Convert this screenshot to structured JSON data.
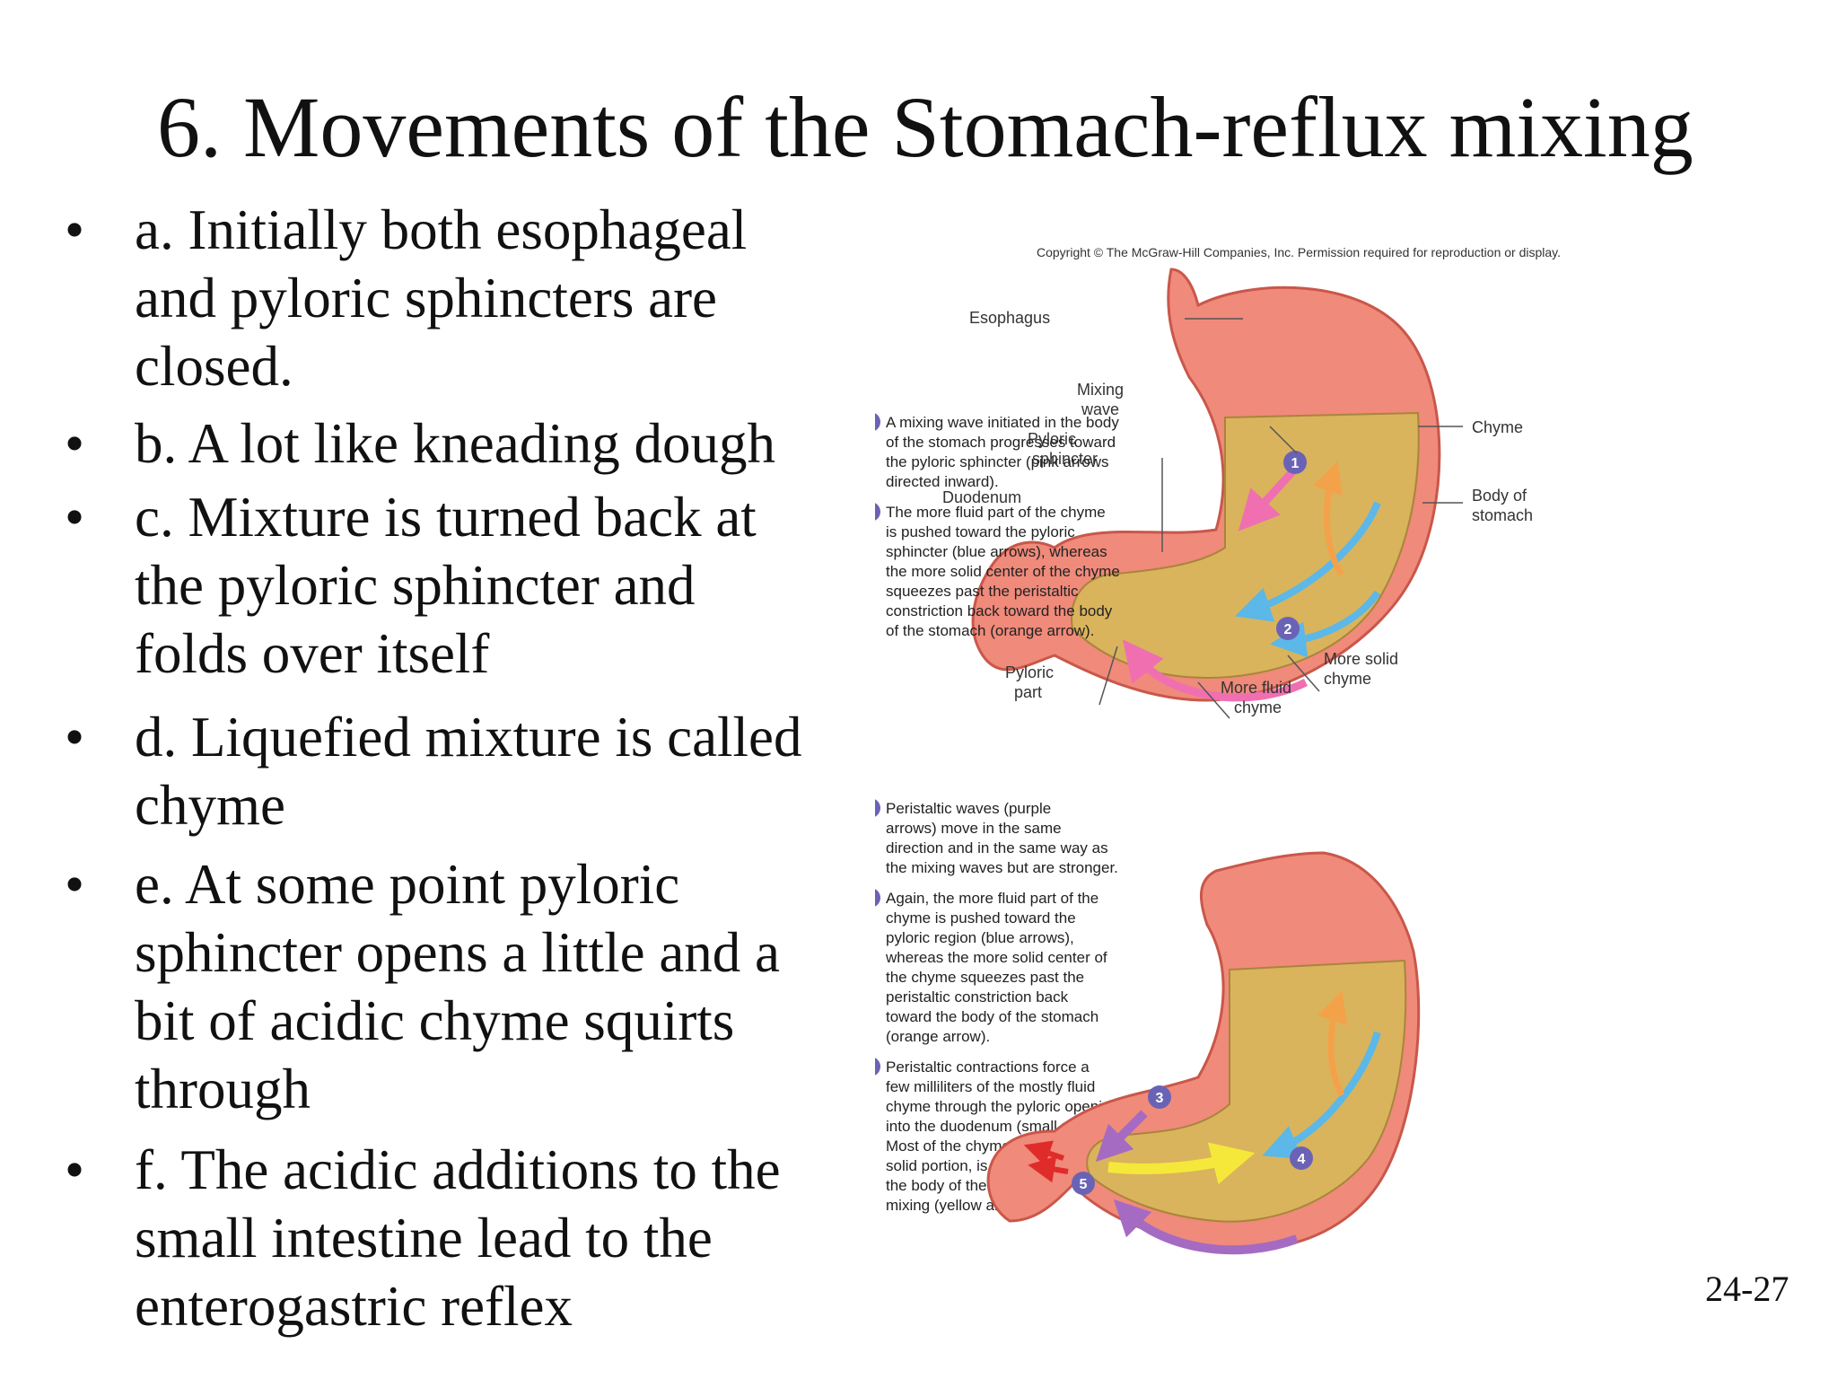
{
  "slide": {
    "title": "6.  Movements of the Stomach-reflux mixing",
    "page_number": "24-27",
    "bullet_symbol": "•",
    "bullets": [
      "a.  Initially both esophageal and pyloric sphincters are closed.",
      "b.  A lot like kneading dough",
      "c.  Mixture is turned back at the pyloric sphincter and folds over itself",
      "d.  Liquefied mixture is called chyme",
      "e.  At some point pyloric sphincter opens a little and a bit of acidic chyme squirts through",
      "f.  The acidic additions to the small intestine lead to the enterogastric reflex"
    ]
  },
  "figure": {
    "copyright": "Copyright © The McGraw-Hill Companies, Inc. Permission required for reproduction or display.",
    "labels": {
      "esophagus": "Esophagus",
      "mixing_wave_1": "Mixing",
      "mixing_wave_2": "wave",
      "pyloric_sphincter_1": "Pyloric",
      "pyloric_sphincter_2": "sphincter",
      "duodenum": "Duodenum",
      "chyme": "Chyme",
      "body_1": "Body of",
      "body_2": "stomach",
      "pyloric_part_1": "Pyloric",
      "pyloric_part_2": "part",
      "more_fluid_1": "More fluid",
      "more_fluid_2": "chyme",
      "more_solid_1": "More solid",
      "more_solid_2": "chyme"
    },
    "steps": [
      {
        "num": "1",
        "lines": [
          "A mixing wave initiated in the body",
          "of the stomach progresses toward",
          "the pyloric sphincter (pink arrows",
          "directed inward)."
        ]
      },
      {
        "num": "2",
        "lines": [
          "The more fluid part of the chyme",
          "is pushed toward the pyloric",
          "sphincter (blue arrows), whereas",
          "the more solid center of the chyme",
          "squeezes past the peristaltic",
          "constriction back toward the body",
          "of the stomach (orange arrow)."
        ]
      },
      {
        "num": "3",
        "lines": [
          "Peristaltic waves (purple",
          "arrows) move in the same",
          "direction and in the same way as",
          "the mixing waves but are stronger."
        ]
      },
      {
        "num": "4",
        "lines": [
          "Again, the more fluid part of the",
          "chyme is pushed toward the",
          "pyloric region (blue arrows),",
          "whereas the more solid center of",
          "the chyme squeezes past the",
          "peristaltic constriction back",
          "toward the body of the stomach",
          "(orange arrow)."
        ]
      },
      {
        "num": "5",
        "lines": [
          "Peristaltic contractions force a",
          "few milliliters of the mostly fluid",
          "chyme through the pyloric opening",
          "into the duodenum (small red arrows).",
          "Most of the chyme, including the more",
          "solid portion, is forced back toward",
          "the body of the stomach for further",
          "mixing (yellow arrow)."
        ]
      }
    ],
    "colors": {
      "tissue": "#f08a7a",
      "tissue_dark": "#e0685a",
      "chyme": "#d9b45c",
      "step_badge": "#6a63b5",
      "pink_arrow": "#f06fb0",
      "blue_arrow": "#5bb8e8",
      "orange_arrow": "#f3a24a",
      "purple_arrow": "#a56bc2",
      "yellow_arrow": "#f5e83a",
      "red_arrow": "#e02b2b"
    }
  }
}
